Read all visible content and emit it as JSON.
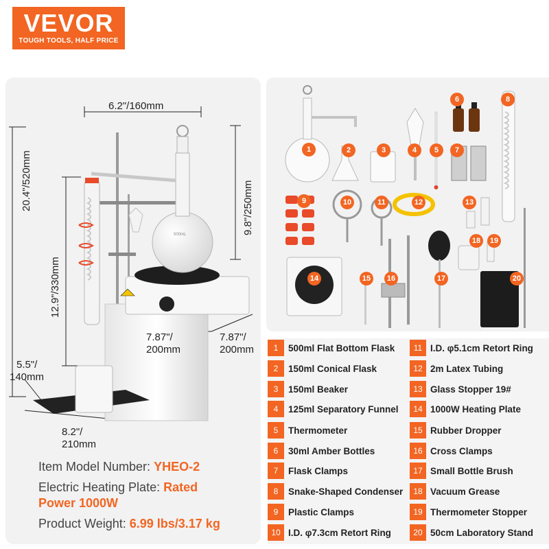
{
  "logo": {
    "name": "VEVOR",
    "tagline": "TOUGH TOOLS, HALF PRICE"
  },
  "dimensions": {
    "flask_width": "6.2\"/160mm",
    "total_height": "20.4\"/520mm",
    "flask_height": "9.8\"/250mm",
    "condenser_height": "12.9\"/330mm",
    "plate_width": "7.87\"/",
    "plate_width_mm": "200mm",
    "plate_depth": "7.87\"/",
    "plate_depth_mm": "200mm",
    "base_depth": "5.5\"/",
    "base_depth_mm": "140mm",
    "base_width": "8.2\"/",
    "base_width_mm": "210mm"
  },
  "specs": {
    "model_label": "Item Model Number: ",
    "model_value": "YHEO-2",
    "plate_label": "Electric Heating Plate: ",
    "plate_value_1": "Rated",
    "plate_value_2": "Power 1000W",
    "weight_label": "Product Weight: ",
    "weight_value": "6.99 lbs/3.17 kg"
  },
  "flask_marking": "500mL",
  "parts": [
    {
      "num": "1",
      "label": "500ml Flat Bottom Flask"
    },
    {
      "num": "2",
      "label": "150ml Conical Flask"
    },
    {
      "num": "3",
      "label": "150ml Beaker"
    },
    {
      "num": "4",
      "label": "125ml Separatory Funnel"
    },
    {
      "num": "5",
      "label": "Thermometer"
    },
    {
      "num": "6",
      "label": "30ml Amber Bottles"
    },
    {
      "num": "7",
      "label": "Flask Clamps"
    },
    {
      "num": "8",
      "label": "Snake-Shaped Condenser"
    },
    {
      "num": "9",
      "label": "Plastic Clamps"
    },
    {
      "num": "10",
      "label": "I.D. φ7.3cm Retort Ring"
    },
    {
      "num": "11",
      "label": "I.D. φ5.1cm Retort Ring"
    },
    {
      "num": "12",
      "label": "2m Latex Tubing"
    },
    {
      "num": "13",
      "label": "Glass Stopper 19#"
    },
    {
      "num": "14",
      "label": "1000W Heating Plate"
    },
    {
      "num": "15",
      "label": "Rubber Dropper"
    },
    {
      "num": "16",
      "label": "Cross Clamps"
    },
    {
      "num": "17",
      "label": "Small Bottle Brush"
    },
    {
      "num": "18",
      "label": "Vacuum Grease"
    },
    {
      "num": "19",
      "label": "Thermometer Stopper"
    },
    {
      "num": "20",
      "label": "50cm Laboratory Stand"
    }
  ],
  "colors": {
    "accent": "#f26522",
    "card_bg": "#f2f2f2"
  }
}
